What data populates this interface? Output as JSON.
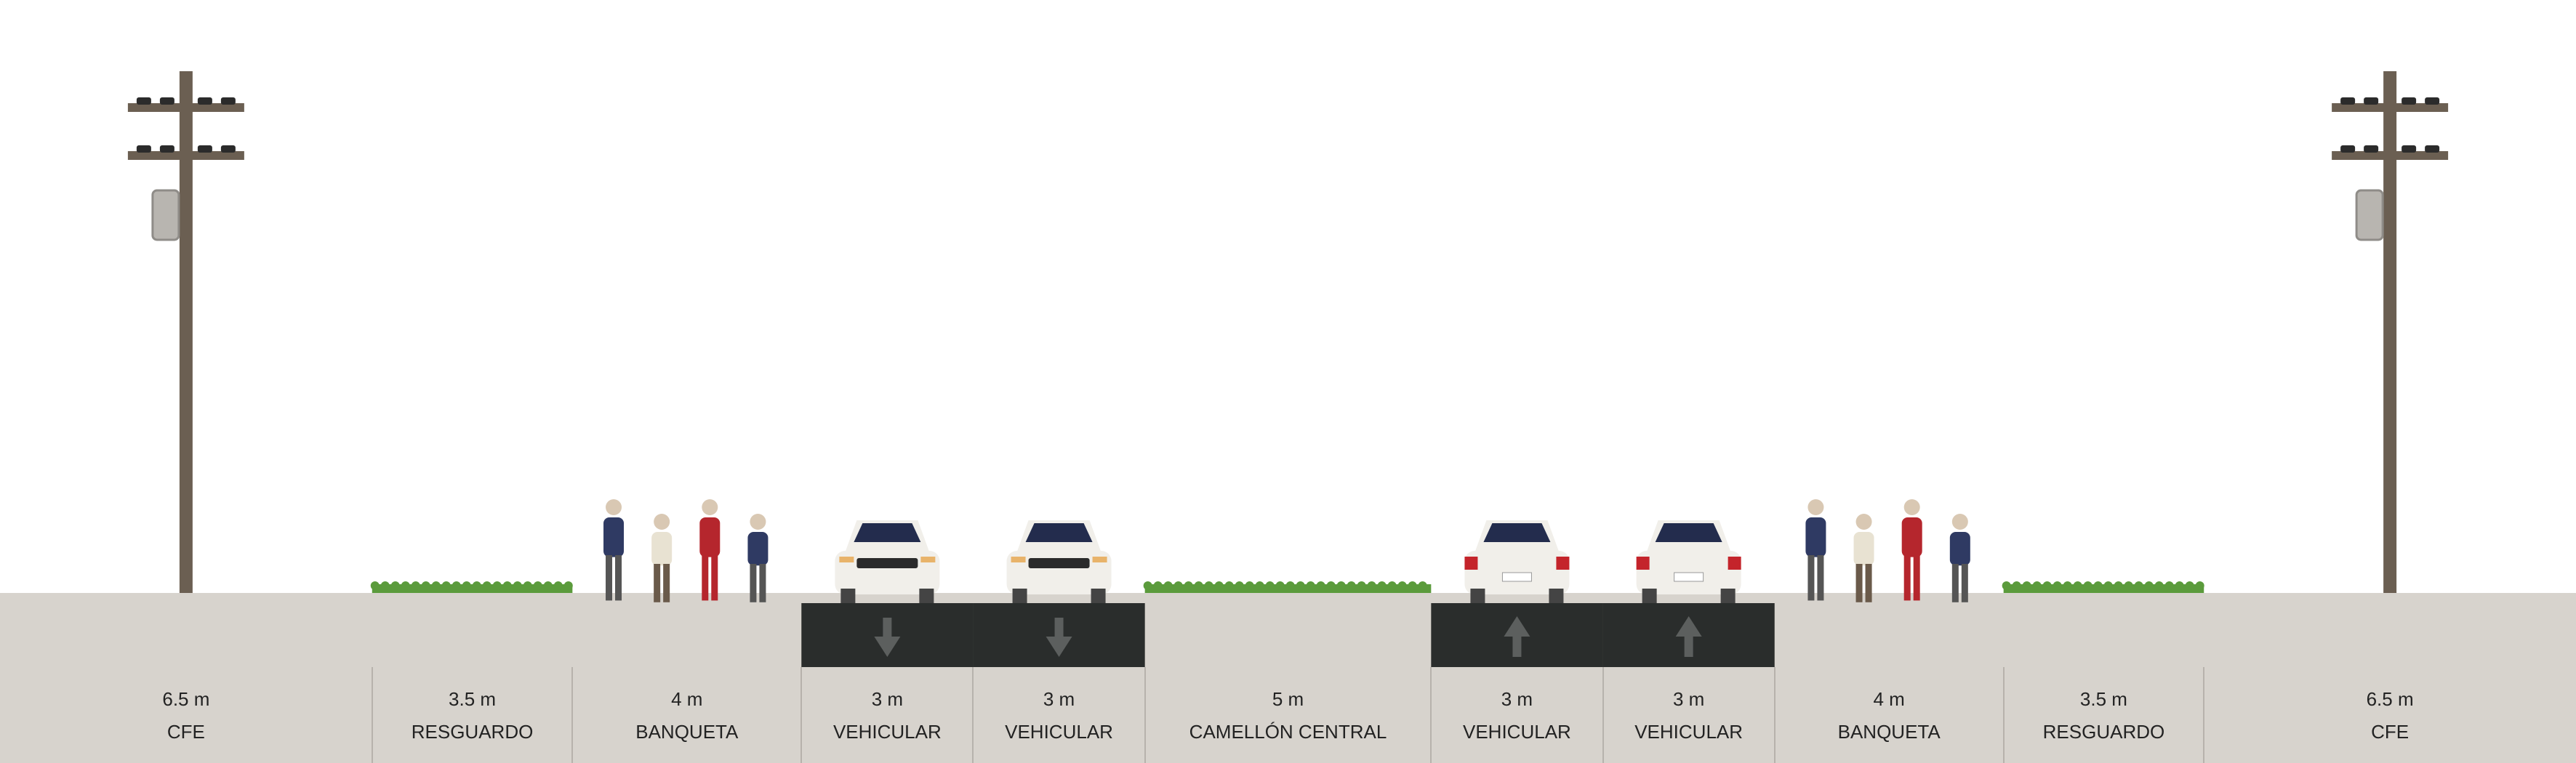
{
  "colors": {
    "ground": "#d7d3cd",
    "asphalt": "#2a2d2c",
    "arrow": "#5c5f5e",
    "grass": "#5b9b3c",
    "pole": "#6b5f52",
    "car_body": "#f1efea",
    "car_window": "#232c4d"
  },
  "segments": [
    {
      "width_label": "6.5 m",
      "name": "CFE",
      "meters": 6.5,
      "surface": "sidewalk",
      "object": "utility-pole"
    },
    {
      "width_label": "3.5 m",
      "name": "RESGUARDO",
      "meters": 3.5,
      "surface": "sidewalk",
      "object": "grass"
    },
    {
      "width_label": "4 m",
      "name": "BANQUETA",
      "meters": 4,
      "surface": "sidewalk",
      "object": "pedestrians"
    },
    {
      "width_label": "3 m",
      "name": "VEHICULAR",
      "meters": 3,
      "surface": "road",
      "object": "car-front",
      "direction": "down"
    },
    {
      "width_label": "3 m",
      "name": "VEHICULAR",
      "meters": 3,
      "surface": "road",
      "object": "car-front",
      "direction": "down"
    },
    {
      "width_label": "5 m",
      "name": "CAMELLÓN CENTRAL",
      "meters": 5,
      "surface": "sidewalk",
      "object": "grass"
    },
    {
      "width_label": "3 m",
      "name": "VEHICULAR",
      "meters": 3,
      "surface": "road",
      "object": "car-rear",
      "direction": "up"
    },
    {
      "width_label": "3 m",
      "name": "VEHICULAR",
      "meters": 3,
      "surface": "road",
      "object": "car-rear",
      "direction": "up"
    },
    {
      "width_label": "4 m",
      "name": "BANQUETA",
      "meters": 4,
      "surface": "sidewalk",
      "object": "pedestrians"
    },
    {
      "width_label": "3.5 m",
      "name": "RESGUARDO",
      "meters": 3.5,
      "surface": "sidewalk",
      "object": "grass"
    },
    {
      "width_label": "6.5 m",
      "name": "CFE",
      "meters": 6.5,
      "surface": "sidewalk",
      "object": "utility-pole"
    }
  ]
}
